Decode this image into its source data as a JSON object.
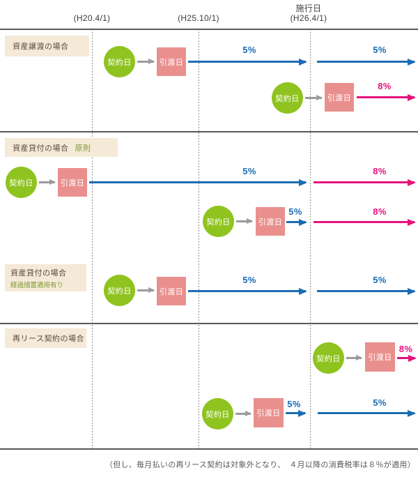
{
  "header": {
    "enforcement_label": "施行日",
    "date1": "(H20.4/1)",
    "date2": "(H25.10/1)",
    "date3": "(H26.4/1)"
  },
  "node_labels": {
    "contract": "契約日",
    "delivery": "引渡日"
  },
  "sections": [
    {
      "title": "資産譲渡の場合",
      "flows": [
        {
          "segments": [
            {
              "rate": "5%"
            },
            {
              "rate": "5%"
            }
          ]
        },
        {
          "segments": [
            {
              "rate": "8%"
            }
          ]
        }
      ]
    },
    {
      "title": "資産貸付の場合",
      "subtitle": "原則",
      "flows": [
        {
          "segments": [
            {
              "rate": "5%"
            },
            {
              "rate": "8%"
            }
          ]
        },
        {
          "segments": [
            {
              "rate": "5%"
            },
            {
              "rate": "8%"
            }
          ]
        }
      ]
    },
    {
      "title": "資産貸付の場合",
      "subtitle": "経過措置適用有り",
      "flows": [
        {
          "segments": [
            {
              "rate": "5%"
            },
            {
              "rate": "5%"
            }
          ]
        }
      ]
    },
    {
      "title": "再リース契約の場合",
      "flows": [
        {
          "segments": [
            {
              "rate": "8%"
            }
          ]
        },
        {
          "segments": [
            {
              "rate": "5%"
            },
            {
              "rate": "5%"
            }
          ]
        }
      ]
    }
  ],
  "footnote": "（但し、毎月払いの再リース契約は対象外となり、　４月以降の消費税率は８％が適用）",
  "colors": {
    "rate5_blue": "#1b6cb4",
    "rate8_magenta": "#e5127d",
    "contract_green": "#8fc31f",
    "delivery_pink": "#e9908e",
    "label_beige": "#f5e9d8",
    "subtitle_olive": "#7e992f",
    "line_gray": "#595757"
  }
}
